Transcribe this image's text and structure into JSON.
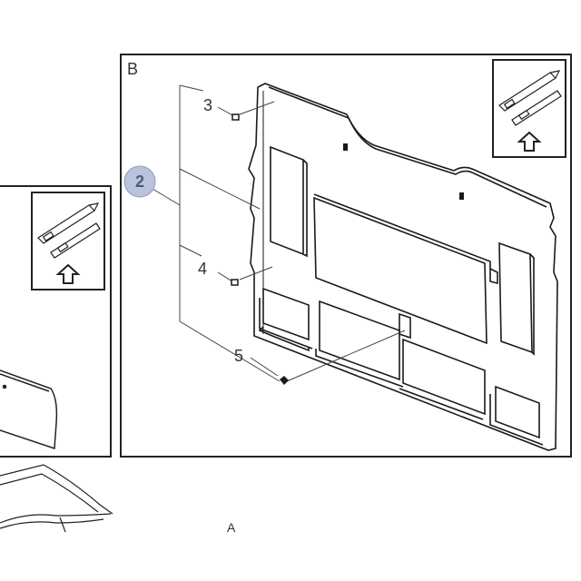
{
  "frame_b": {
    "label": "B"
  },
  "callouts": {
    "main": "2",
    "part_3": "3",
    "part_4": "4",
    "part_5": "5"
  },
  "bottom_label": "A",
  "colors": {
    "callout_fill": "#b9c4dc",
    "callout_stroke": "#8e9cbc",
    "line": "#1a1a1a",
    "frame": "#222222"
  }
}
